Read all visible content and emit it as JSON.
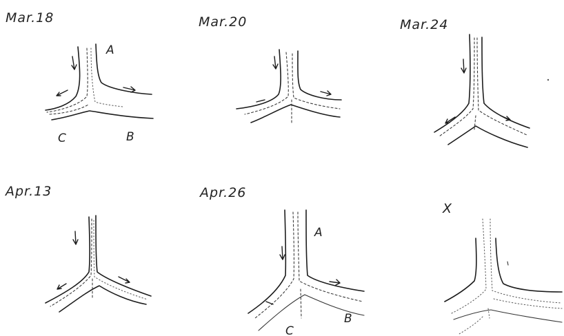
{
  "panels": [
    {
      "date": "Mar.18",
      "letters": {
        "a": "A",
        "b": "B",
        "c": "C"
      }
    },
    {
      "date": "Mar.20"
    },
    {
      "date": "Mar.24"
    },
    {
      "date": "Apr.13"
    },
    {
      "date": "Apr.26",
      "letters": {
        "a": "A",
        "b": "B",
        "c": "C"
      }
    },
    {
      "date": "X"
    }
  ]
}
